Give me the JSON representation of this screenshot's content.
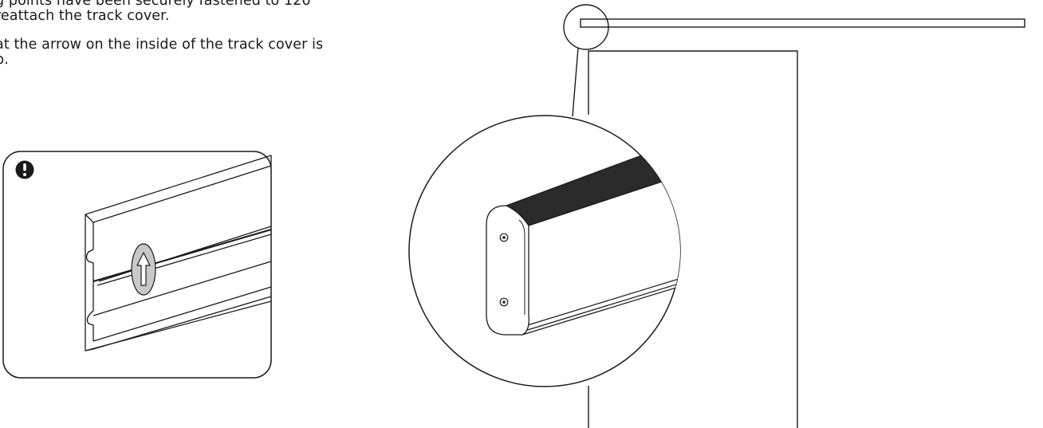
{
  "instructions": {
    "paragraph_1": [
      "g points have been securely fastened to 120",
      "reattach the track cover."
    ],
    "paragraph_2": [
      "at the arrow on the inside of the track cover is",
      "p."
    ]
  },
  "callout": {
    "icon": "exclamation-icon",
    "arrow_icon": "up-arrow-icon"
  },
  "colors": {
    "line": "#1a1a1a",
    "arrow_badge": "#c8c8c8",
    "track_cap": "#2b2b2b",
    "background": "#ffffff"
  }
}
